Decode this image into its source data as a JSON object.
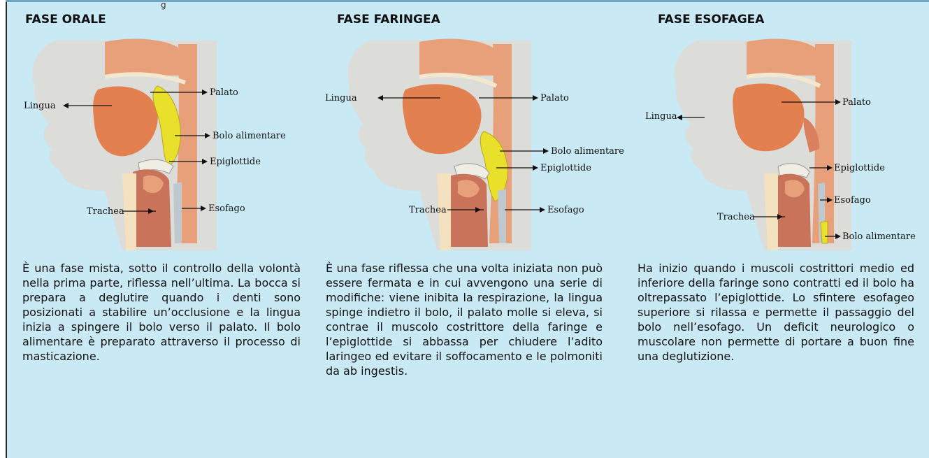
{
  "top_caption": "g",
  "panels": [
    {
      "title": "FASE ORALE",
      "labels": {
        "lingua": "Lingua",
        "palato": "Palato",
        "bolo": "Bolo alimentare",
        "epiglottide": "Epiglottide",
        "trachea": "Trachea",
        "esofago": "Esofago"
      },
      "description": "È una fase mista, sotto il controllo della volontà nella prima parte, riflessa nell’ultima. La bocca si prepara a deglutire quando i denti sono posizionati a stabilire un’occlusione e la lingua inizia a spingere il bolo verso il palato. Il bolo alimentare è preparato attraverso il processo di masticazione."
    },
    {
      "title": "FASE FARINGEA",
      "labels": {
        "lingua": "Lingua",
        "palato": "Palato",
        "bolo": "Bolo alimentare",
        "epiglottide": "Epiglottide",
        "trachea": "Trachea",
        "esofago": "Esofago"
      },
      "description": "È una fase riflessa che una volta iniziata non può essere fermata e in cui avvengono una serie di modifiche: viene inibita la respirazione, la lingua spinge indietro il bolo, il palato molle si eleva, si contrae il muscolo costrittore della faringe e l’epiglottide si abbassa per chiudere l’adito laringeo ed evitare il soffocamento e le polmoniti da ab ingestis."
    },
    {
      "title": "FASE ESOFAGEA",
      "labels": {
        "lingua": "Lingua",
        "palato": "Palato",
        "epiglottide": "Epiglottide",
        "esofago": "Esofago",
        "trachea": "Trachea",
        "bolo": "Bolo alimentare"
      },
      "description": "Ha inizio quando i muscoli costrittori medio ed inferiore della faringe sono contratti ed il bolo ha oltrepassato l’epiglottide. Lo sfintere esofageo superiore si rilassa e permette il passaggio del bolo nell’esofago. Un deficit neurologico o muscolare non permette di portare a buon fine una deglutizione."
    }
  ],
  "colors": {
    "background": "#c9e9f5",
    "skin": "#dcdcd8",
    "tissue": "#e8a07a",
    "tongue": "#e2804f",
    "bolus": "#e8e02a",
    "trachea": "#c8735a"
  }
}
